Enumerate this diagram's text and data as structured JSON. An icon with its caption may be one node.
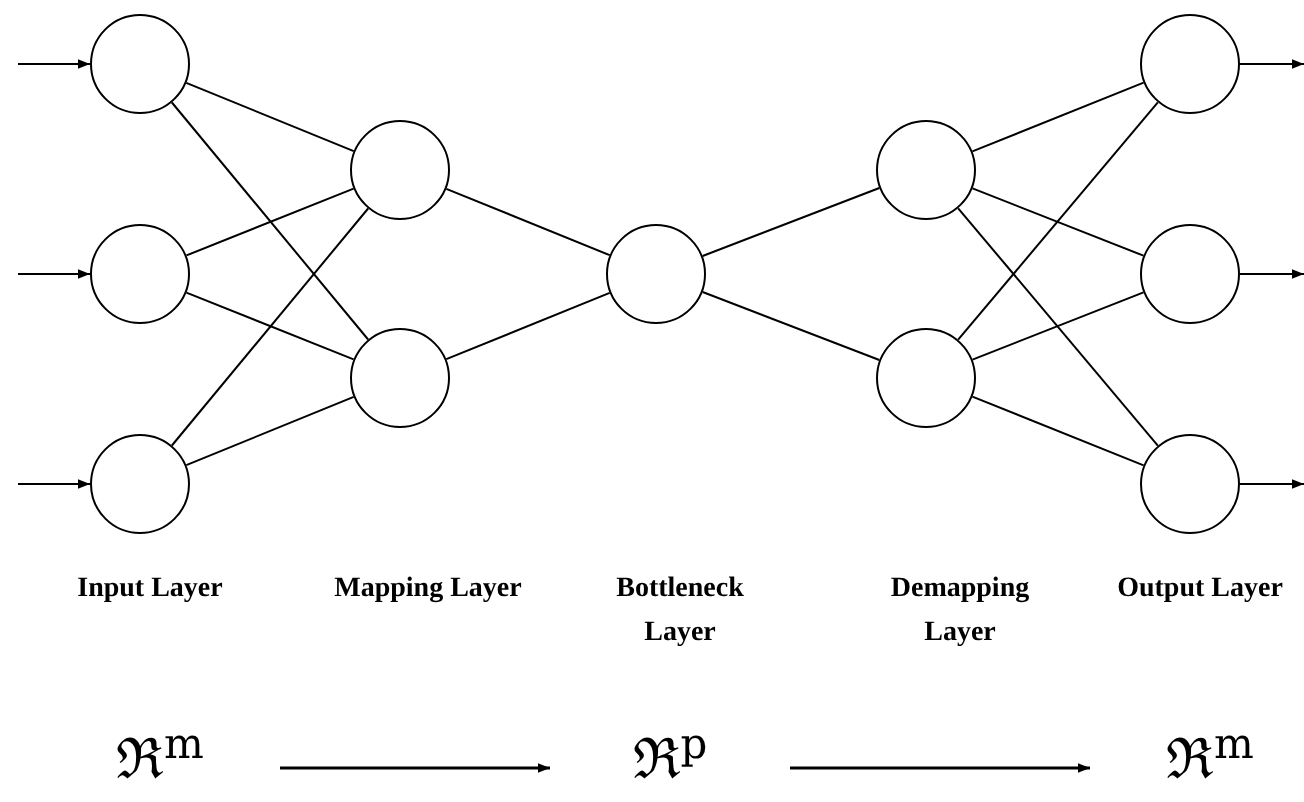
{
  "diagram": {
    "nodes": [
      {
        "text": [],
        "shape": "circle"
      },
      {
        "text": [],
        "shape": "circle"
      },
      {
        "text": [],
        "shape": "circle"
      },
      {
        "text": [],
        "shape": "circle"
      },
      {
        "text": [],
        "shape": "circle"
      },
      {
        "text": [],
        "shape": "circle"
      },
      {
        "text": [],
        "shape": "circle"
      },
      {
        "text": [],
        "shape": "circle"
      },
      {
        "text": [],
        "shape": "circle"
      },
      {
        "text": [],
        "shape": "circle"
      },
      {
        "text": [],
        "shape": "circle"
      },
      {
        "text": [
          "ℜ$^{m}$"
        ]
      },
      {
        "text": [
          "ℜ$^{p}$"
        ]
      },
      {
        "text": [
          "ℜ$^{m}$"
        ]
      }
    ],
    "edges": [
      {
        "from": null,
        "to": 0,
        "arrow": "to"
      },
      {
        "from": null,
        "to": 1,
        "arrow": "to"
      },
      {
        "from": null,
        "to": 2,
        "arrow": "to"
      },
      {
        "from": 0,
        "to": 3,
        "arrow": "none"
      },
      {
        "from": 0,
        "to": 4,
        "arrow": "none"
      },
      {
        "from": 1,
        "to": 3,
        "arrow": "none"
      },
      {
        "from": 1,
        "to": 4,
        "arrow": "none"
      },
      {
        "from": 2,
        "to": 3,
        "arrow": "none"
      },
      {
        "from": 2,
        "to": 4,
        "arrow": "none"
      },
      {
        "from": 3,
        "to": 5,
        "arrow": "none"
      },
      {
        "from": 4,
        "to": 5,
        "arrow": "none"
      },
      {
        "from": 5,
        "to": 6,
        "arrow": "none"
      },
      {
        "from": 5,
        "to": 7,
        "arrow": "none"
      },
      {
        "from": 6,
        "to": 8,
        "arrow": "none"
      },
      {
        "from": 6,
        "to": 9,
        "arrow": "none"
      },
      {
        "from": 6,
        "to": 10,
        "arrow": "none"
      },
      {
        "from": 7,
        "to": 8,
        "arrow": "none"
      },
      {
        "from": 7,
        "to": 9,
        "arrow": "none"
      },
      {
        "from": 7,
        "to": 10,
        "arrow": "none"
      },
      {
        "from": 8,
        "to": null,
        "arrow": "to"
      },
      {
        "from": 9,
        "to": null,
        "arrow": "to"
      },
      {
        "from": 10,
        "to": null,
        "arrow": "to"
      },
      {
        "from": 11,
        "to": 12,
        "arrow": "to"
      },
      {
        "from": 12,
        "to": 13,
        "arrow": "to"
      }
    ],
    "labels": [
      "Input Layer",
      "Mapping Layer",
      "Bottleneck Layer",
      "Demapping Layer",
      "Output Layer"
    ]
  }
}
